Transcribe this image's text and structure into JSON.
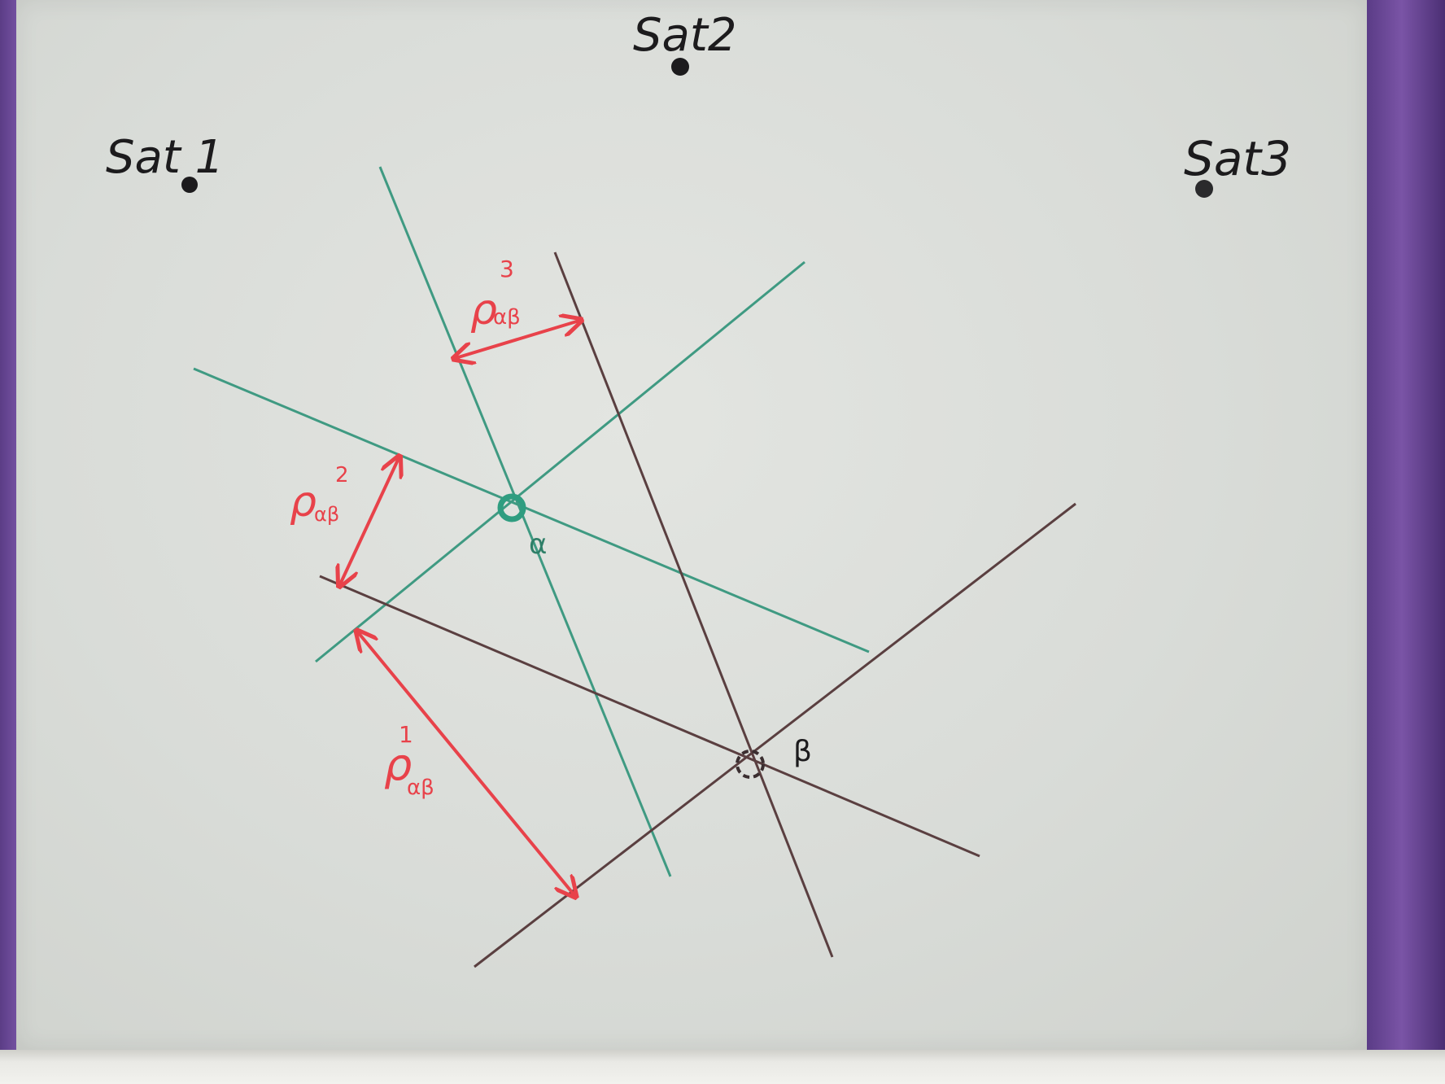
{
  "satellites": [
    {
      "label": "Sat 1"
    },
    {
      "label": "Sat2"
    },
    {
      "label": "Sat3"
    }
  ],
  "points": {
    "alpha": "α",
    "beta": "β"
  },
  "ranges": {
    "rho1": {
      "symbol": "ρ",
      "sup": "1",
      "sub": "αβ"
    },
    "rho2": {
      "symbol": "ρ",
      "sup": "2",
      "sub": "αβ"
    },
    "rho3": {
      "symbol": "ρ",
      "sup": "3",
      "sub": "αβ"
    }
  },
  "colors": {
    "ink_black": "#1c1b1d",
    "ink_green": "#3f9a82",
    "ink_brown": "#5a3f40",
    "ink_red": "#e8424a",
    "board_frame": "#6a4d8f"
  }
}
